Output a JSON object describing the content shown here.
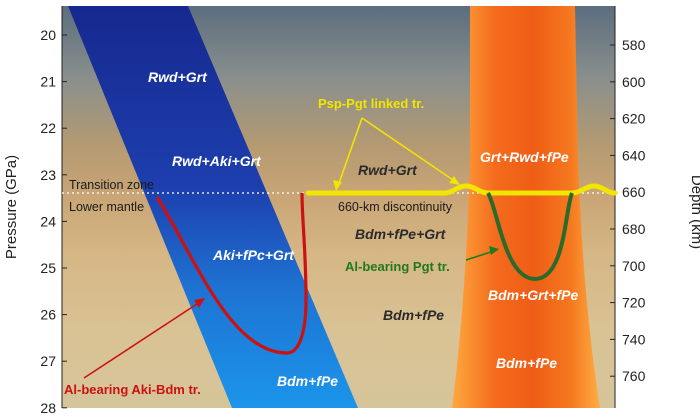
{
  "axes": {
    "left_title": "Pressure (GPa)",
    "right_title": "Depth (km)",
    "left_ticks": [
      "20",
      "21",
      "22",
      "23",
      "24",
      "25",
      "26",
      "27",
      "28"
    ],
    "right_ticks": [
      "580",
      "600",
      "620",
      "640",
      "660",
      "680",
      "700",
      "720",
      "740",
      "760"
    ]
  },
  "labels": {
    "rwd_grt_blue": "Rwd+Grt",
    "rwd_aki_grt": "Rwd+Aki+Grt",
    "aki_fpc_grt": "Aki+fPc+Grt",
    "bdm_fpe_blue": "Bdm+fPe",
    "rwd_grt_mid": "Rwd+Grt",
    "bdm_fpe_grt": "Bdm+fPe+Grt",
    "bdm_fpe_mid": "Bdm+fPe",
    "grt_rwd_fpe": "Grt+Rwd+fPe",
    "bdm_grt_fpe": "Bdm+Grt+fPe",
    "bdm_fpe_orange": "Bdm+fPe"
  },
  "notes": {
    "transition_zone": "Transition zone",
    "lower_mantle": "Lower mantle",
    "discontinuity": "660-km discontinuity"
  },
  "annotations": {
    "psp_pgt": "Psp-Pgt linked tr.",
    "al_pgt": "Al-bearing Pgt tr.",
    "al_aki_bdm": "Al-bearing Aki-Bdm tr."
  },
  "colors": {
    "blue_dark": "#16288f",
    "blue_light": "#1b8fe6",
    "orange_dark": "#f0641a",
    "orange_light": "#ffa23a",
    "yellow": "#f2e500",
    "green": "#2a6a2a",
    "red": "#cc1111"
  }
}
